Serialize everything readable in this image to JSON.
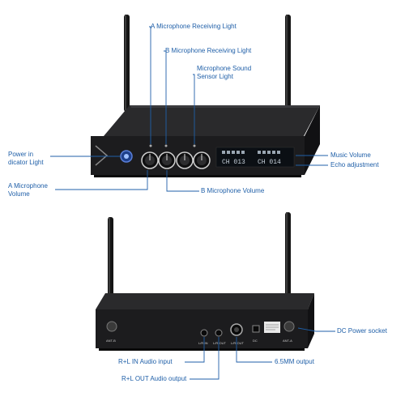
{
  "labels": {
    "a_mic_receiving_light": "A Microphone Receiving Light",
    "b_mic_receiving_light": "B Microphone Receiving Light",
    "mic_sound_sensor_light": "Microphone Sound Sensor Light",
    "power_indicator_light": "Power in dicator Light",
    "music_volume": "Music Volume",
    "echo_adjustment": "Echo adjustment",
    "a_mic_volume": "A Microphone Volume",
    "b_mic_volume": "B Microphone Volume",
    "dc_power_socket": "DC Power socket",
    "rl_in_audio_input": "R+L IN Audio input",
    "mm_output": "6.5MM output",
    "rl_out_audio_output": "R+L OUT Audio output"
  },
  "device_front": {
    "display_left": "CH 013",
    "display_right": "CH 014"
  },
  "device_back": {
    "port_ant_b": "ANT-B",
    "port_lin": "L/R-IN",
    "port_lout": "L/R-OUT",
    "port_65": "L/R-OUT",
    "port_dc": "DC",
    "port_ant_a": "ANT-A"
  },
  "colors": {
    "callout": "#1f5fa8",
    "device_body": "#1c1c1e",
    "device_top": "#2a2a2c",
    "display": "#0b0f14"
  }
}
